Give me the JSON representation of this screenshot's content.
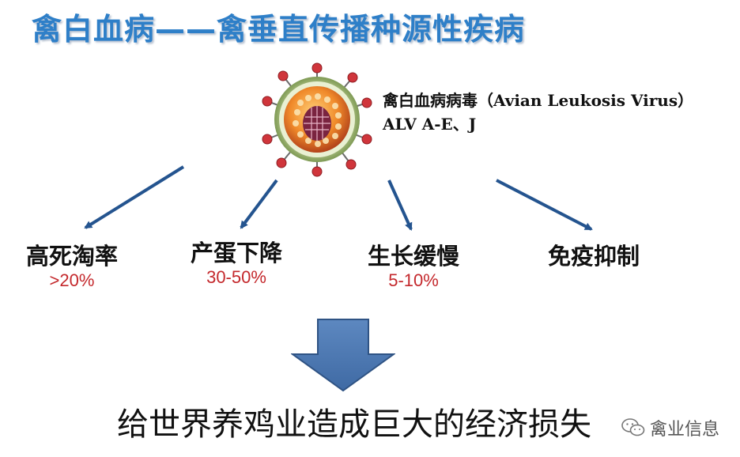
{
  "title": "禽白血病——禽垂直传播种源性疾病",
  "virus": {
    "name": "禽白血病病毒（Avian Leukosis Virus）",
    "types": "ALV A-E、J"
  },
  "effects": [
    {
      "label": "高死淘率",
      "value": ">20%"
    },
    {
      "label": "产蛋下降",
      "value": "30-50%"
    },
    {
      "label": "生长缓慢",
      "value": "5-10%"
    },
    {
      "label": "免疫抑制",
      "value": ""
    }
  ],
  "conclusion": "给世界养鸡业造成巨大的经济损失",
  "watermark": "禽业信息",
  "colors": {
    "title": "#2e7fc8",
    "arrow": "#24548f",
    "value": "#c4282c",
    "block_arrow": "#4f7bb5"
  },
  "icons": {
    "virus": "virus-particle-icon",
    "watermark": "wechat-icon"
  }
}
